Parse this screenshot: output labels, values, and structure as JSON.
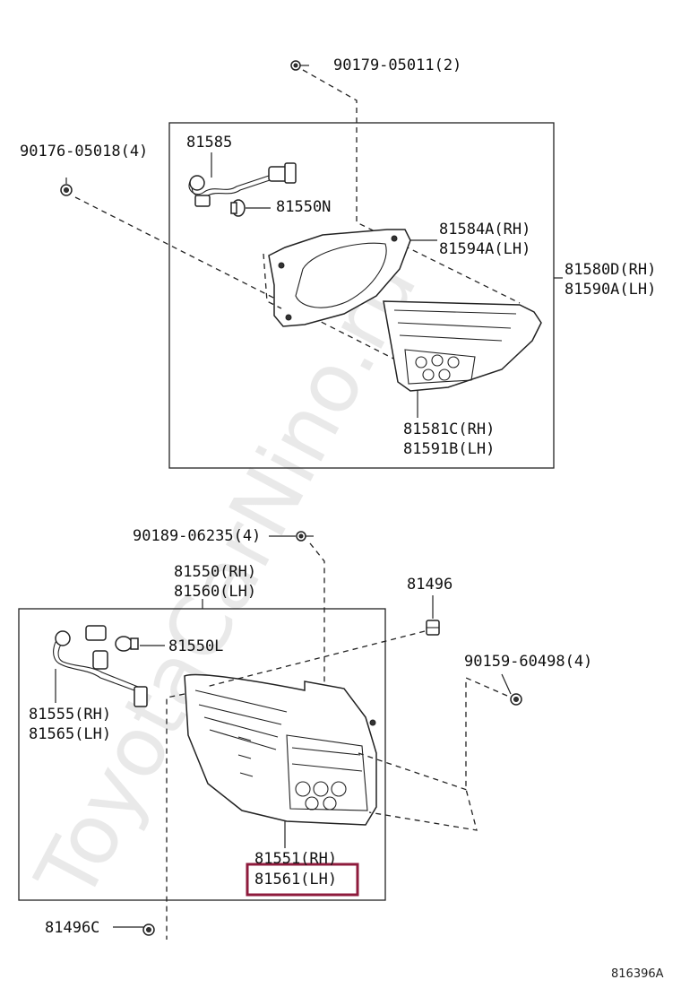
{
  "watermark": "ToyotaCarNino.ru",
  "labels": {
    "p90179": "90179-05011(2)",
    "p90176": "90176-05018(4)",
    "p81585": "81585",
    "p81550N": "81550N",
    "p81584A": "81584A(RH)",
    "p81594A": "81594A(LH)",
    "p81580D": "81580D(RH)",
    "p81590A": "81590A(LH)",
    "p81581C": "81581C(RH)",
    "p81591B": "81591B(LH)",
    "p90189": "90189-06235(4)",
    "p81550": "81550(RH)",
    "p81560": "81560(LH)",
    "p81496": "81496",
    "p81550L": "81550L",
    "p90159": "90159-60498(4)",
    "p81555": "81555(RH)",
    "p81565": "81565(LH)",
    "p81551": "81551(RH)",
    "p81561": "81561(LH)",
    "p81496C": "81496C"
  },
  "reference": "816396A",
  "highlight_color": "#8e1b3c"
}
